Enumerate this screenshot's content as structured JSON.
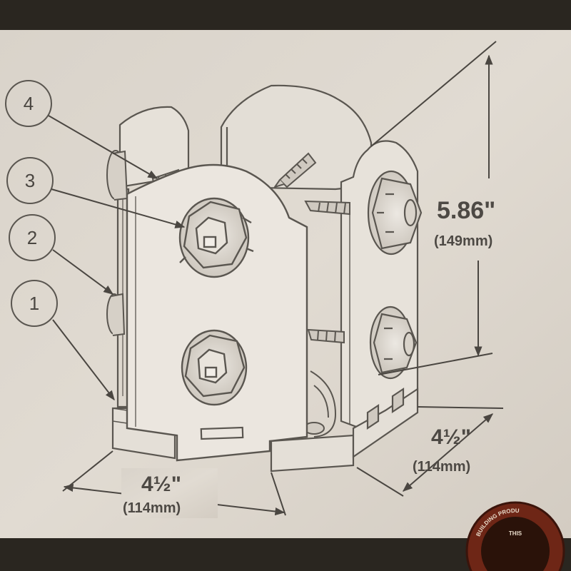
{
  "callouts": [
    {
      "number": "4"
    },
    {
      "number": "3"
    },
    {
      "number": "2"
    },
    {
      "number": "1"
    }
  ],
  "dimensions": {
    "height": {
      "imperial": "5.86\"",
      "metric": "(149mm)"
    },
    "width_front": {
      "imperial": "4½\"",
      "metric": "(114mm)"
    },
    "width_side": {
      "imperial": "4½\"",
      "metric": "(114mm)"
    }
  },
  "seal": {
    "text": "BUILDING PRODU",
    "sub": "THIS"
  },
  "colors": {
    "paper": "#ddd7ce",
    "line": "#5a5650",
    "dark_surround": "#2a2620",
    "seal": "#7a2a18"
  }
}
